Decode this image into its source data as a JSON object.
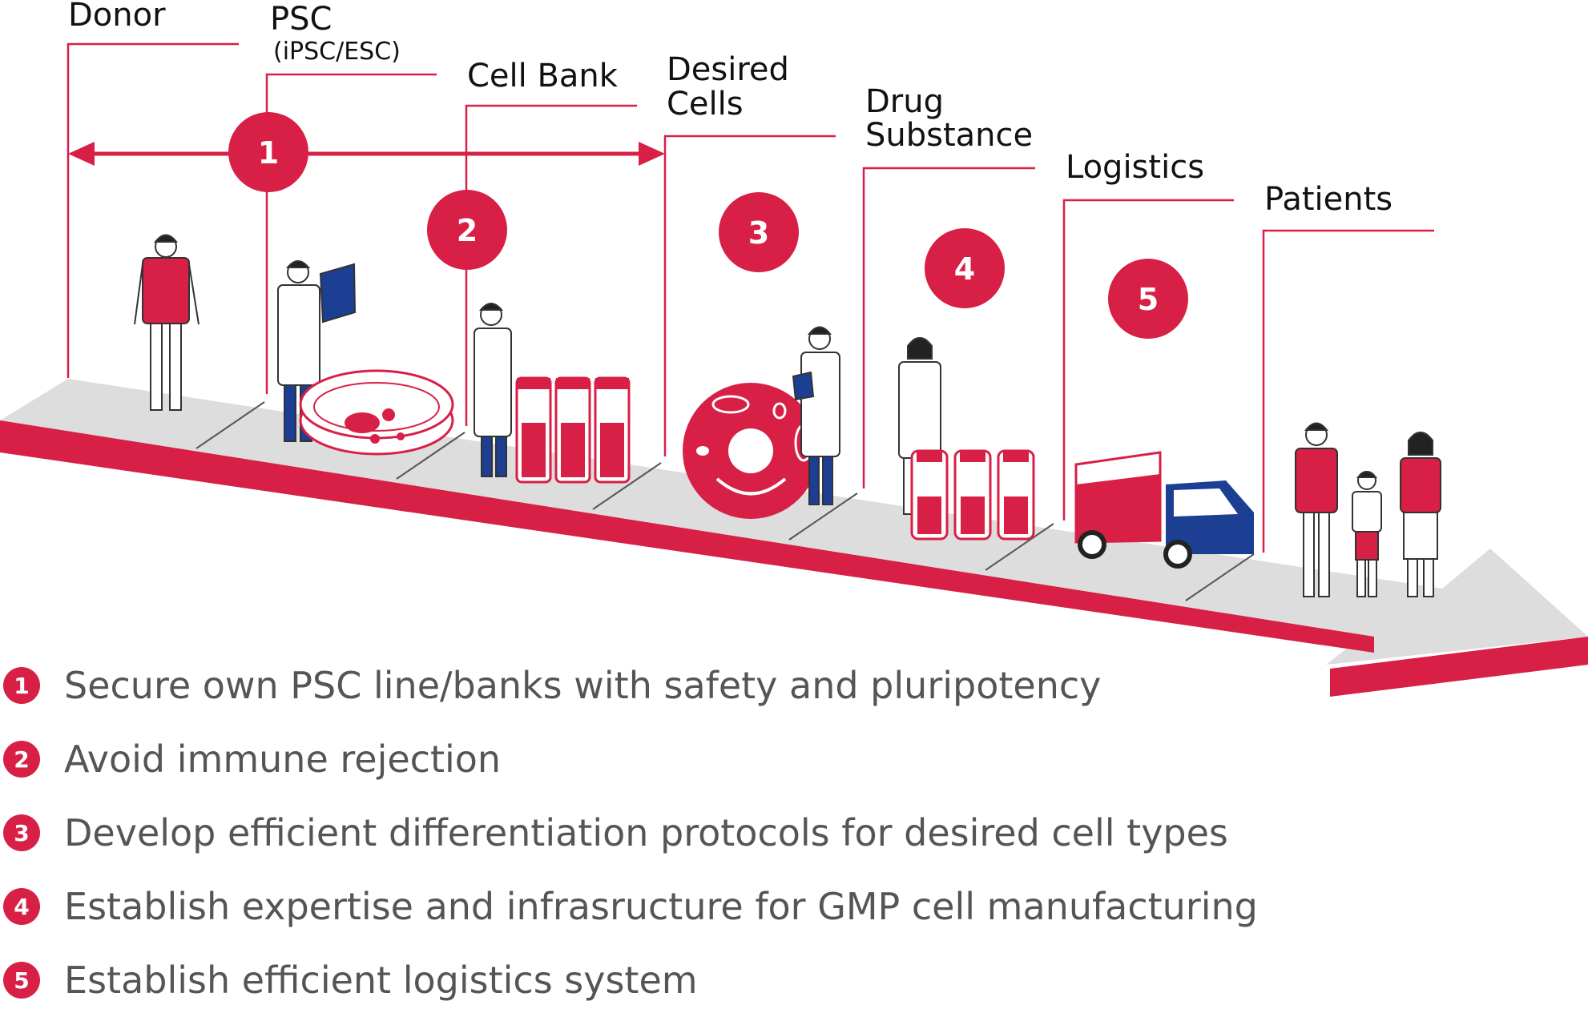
{
  "stages": {
    "donor": "Donor",
    "psc": "PSC",
    "psc_sub": "(iPSC/ESC)",
    "cell_bank": "Cell Bank",
    "desired_line1": "Desired",
    "desired_line2": "Cells",
    "drug_line1": "Drug",
    "drug_line2": "Substance",
    "logistics": "Logistics",
    "patients": "Patients"
  },
  "markers": [
    "1",
    "2",
    "3",
    "4",
    "5"
  ],
  "legend": [
    {
      "num": "1",
      "text": "Secure own PSC line/banks with safety and pluripotency"
    },
    {
      "num": "2",
      "text": "Avoid immune rejection"
    },
    {
      "num": "3",
      "text": "Develop efficient differentiation protocols for desired cell types"
    },
    {
      "num": "4",
      "text": "Establish expertise and infrasructure for GMP cell manufacturing"
    },
    {
      "num": "5",
      "text": "Establish efficient logistics system"
    }
  ],
  "colors": {
    "accent": "#d81f45",
    "road": "#dddddd",
    "navy": "#1c3f94",
    "text": "#555555"
  }
}
